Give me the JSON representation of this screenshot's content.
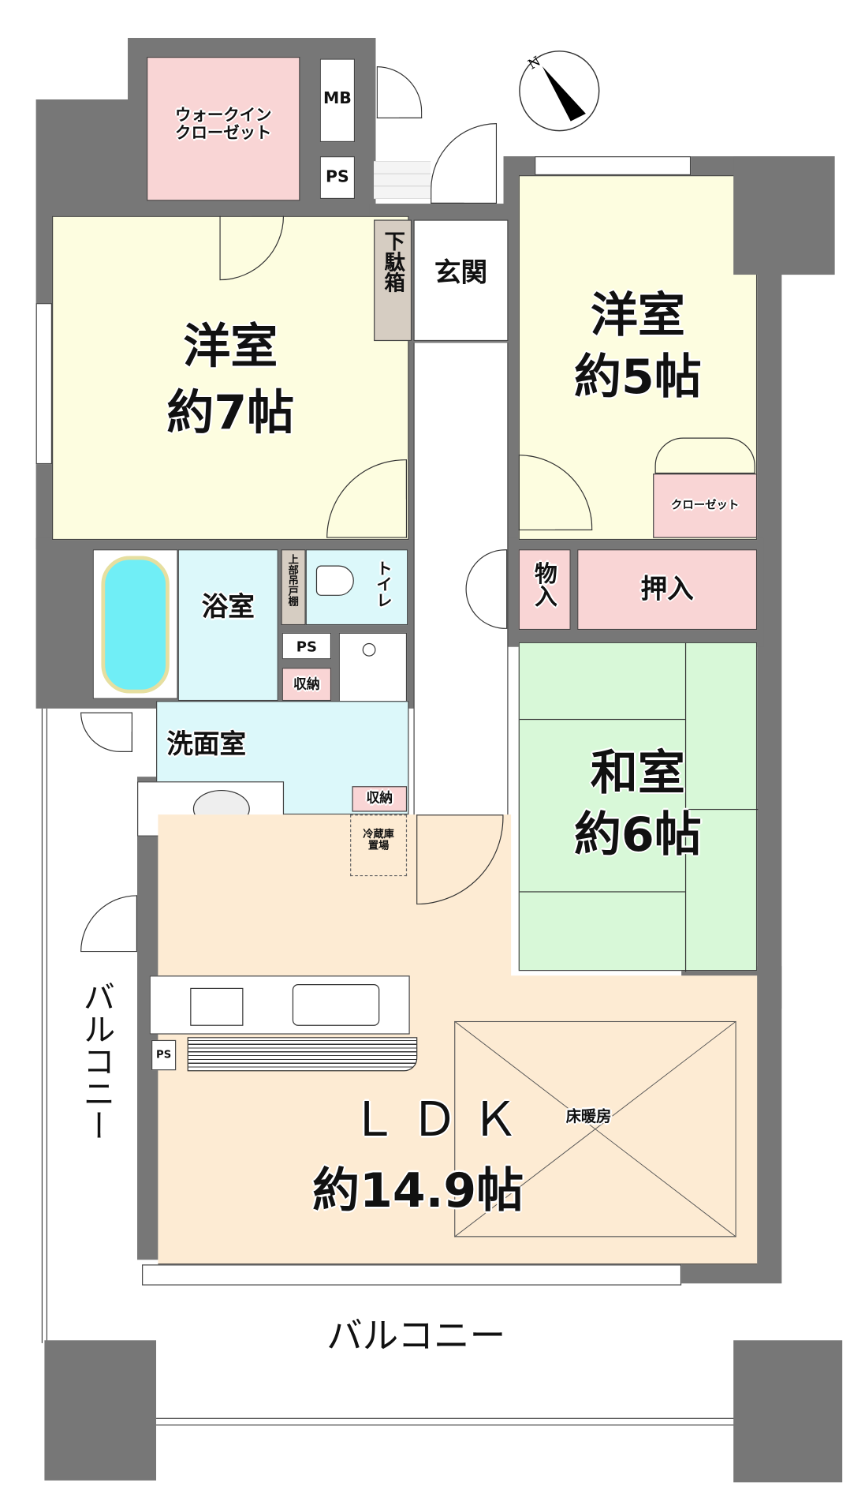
{
  "compass": {
    "label": "N",
    "icon": "north-arrow-icon"
  },
  "rooms": {
    "walkin_closet": "ウォークイン\nクローゼット",
    "mb": "MB",
    "ps_top": "PS",
    "western7": {
      "name": "洋室",
      "size": "約7帖"
    },
    "shoe_box": "下駄箱",
    "entrance": "玄関",
    "western5": {
      "name": "洋室",
      "size": "約5帖"
    },
    "closet": "クローゼット",
    "bathroom": "浴室",
    "upper_cabinet": "上部吊戸棚",
    "toilet": "トイレ",
    "ps_mid": "PS",
    "storage1": "収納",
    "storage_closet": "物入",
    "oshiire": "押入",
    "japanese": {
      "name": "和室",
      "size": "約6帖"
    },
    "washroom": "洗面室",
    "storage2": "収納",
    "fridge": "冷蔵庫\n置場",
    "ps_kitchen": "PS",
    "ldk": {
      "name": "ＬＤＫ",
      "size": "約14.9帖"
    },
    "floor_heating": "床暖房",
    "balcony_side": "バルコニー",
    "balcony_bottom": "バルコニー"
  },
  "colors": {
    "wall": "#777777",
    "closet_pink": "#f9d5d5",
    "western_yellow": "#fdfde0",
    "wet_blue": "#dcf8fa",
    "bathtub": "#70eef6",
    "japanese_green": "#d8f8d8",
    "ldk_beige": "#fdebd3",
    "shoe_box": "#d6cdc2"
  }
}
